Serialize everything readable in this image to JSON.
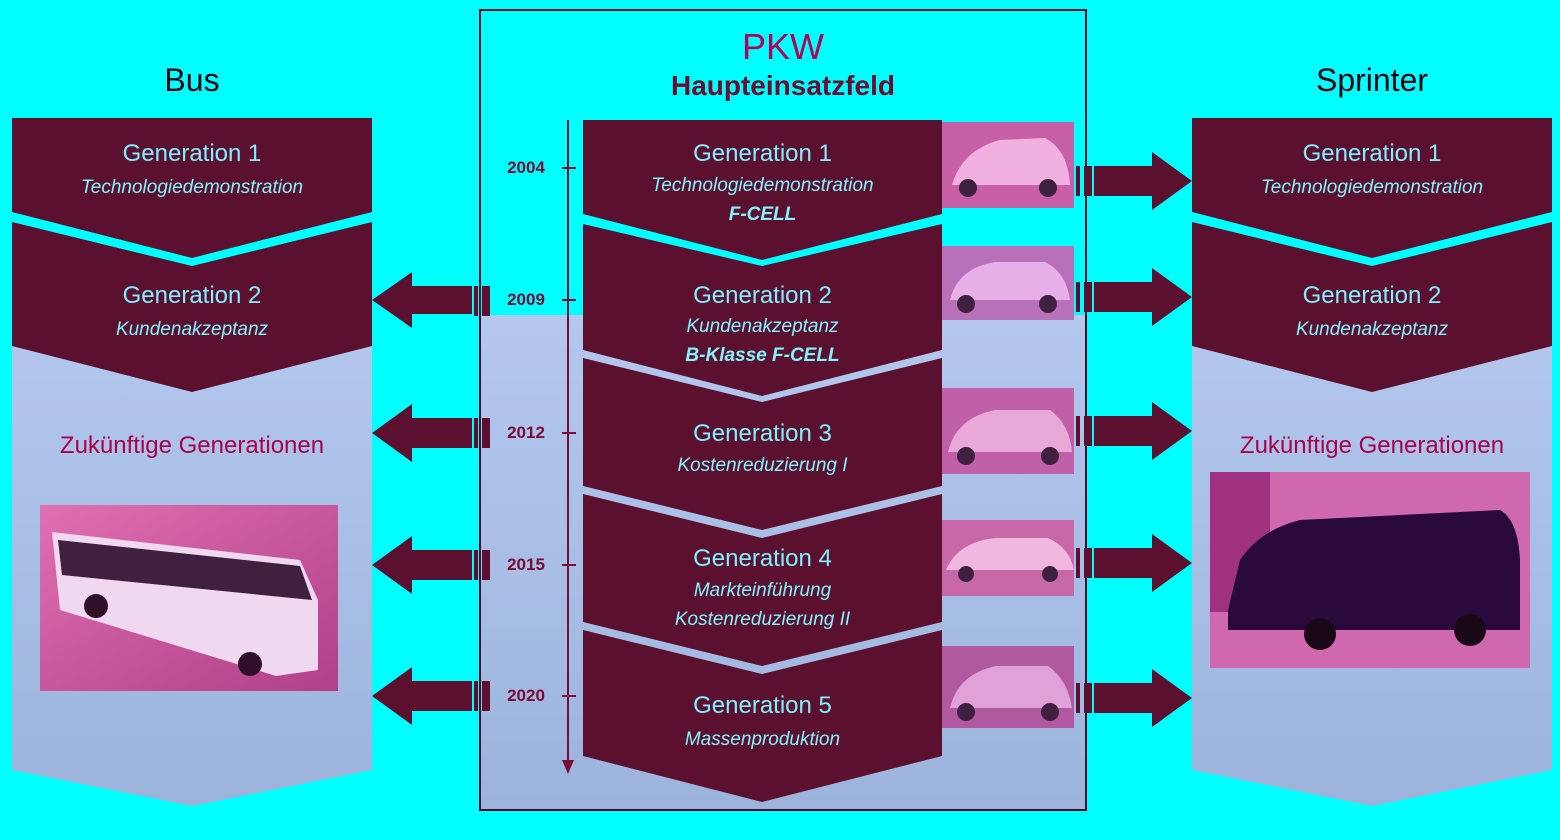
{
  "bus": {
    "title": "Bus",
    "gen1": {
      "label": "Generation 1",
      "desc": "Technologiedemonstration"
    },
    "gen2": {
      "label": "Generation 2",
      "desc": "Kundenakzeptanz"
    },
    "future": "Zukünftige Generationen"
  },
  "pkw": {
    "title": "PKW",
    "subtitle": "Haupteinsatzfeld",
    "generations": [
      {
        "label": "Generation 1",
        "line1": "Technologiedemonstration",
        "line2": "F-CELL",
        "year": "2004"
      },
      {
        "label": "Generation 2",
        "line1": "Kundenakzeptanz",
        "line2": "B-Klasse F-CELL",
        "year": "2009"
      },
      {
        "label": "Generation 3",
        "line1": "Kostenreduzierung I",
        "line2": "",
        "year": "2012"
      },
      {
        "label": "Generation 4",
        "line1": "Markteinführung",
        "line2": "Kostenreduzierung II",
        "year": "2015"
      },
      {
        "label": "Generation 5",
        "line1": "Massenproduktion",
        "line2": "",
        "year": "2020"
      }
    ]
  },
  "sprinter": {
    "title": "Sprinter",
    "gen1": {
      "label": "Generation 1",
      "desc": "Technologiedemonstration"
    },
    "gen2": {
      "label": "Generation 2",
      "desc": "Kundenakzeptanz"
    },
    "future": "Zukünftige Generationen"
  },
  "colors": {
    "background": "#00ffff",
    "chevron": "#5c1030",
    "light_band": "#a8c0e8",
    "text_cyan": "#80f4ff",
    "future_text": "#a8004a",
    "photo_tint": "#d060a0"
  }
}
